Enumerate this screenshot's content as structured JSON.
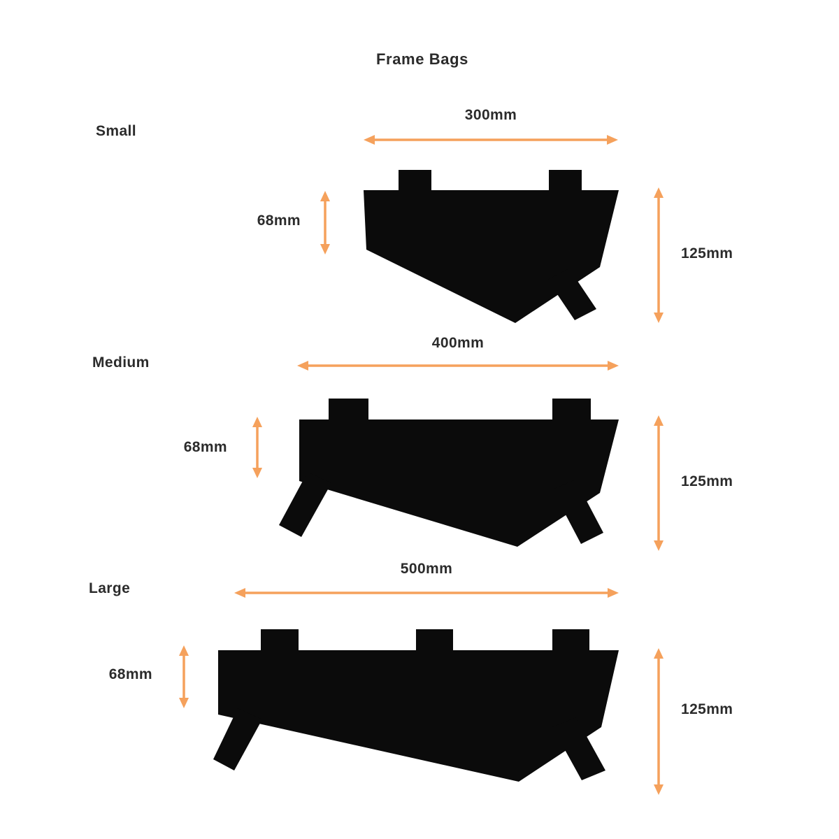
{
  "title": "Frame Bags",
  "colors": {
    "accent": "#F5A15C",
    "shape": "#0B0B0B",
    "text": "#2B2B2B",
    "background": "#FFFFFF"
  },
  "sections": [
    {
      "id": "small",
      "label": "Small",
      "width_label": "300mm",
      "height_left_label": "68mm",
      "height_right_label": "125mm"
    },
    {
      "id": "medium",
      "label": "Medium",
      "width_label": "400mm",
      "height_left_label": "68mm",
      "height_right_label": "125mm"
    },
    {
      "id": "large",
      "label": "Large",
      "width_label": "500mm",
      "height_left_label": "68mm",
      "height_right_label": "125mm"
    }
  ]
}
